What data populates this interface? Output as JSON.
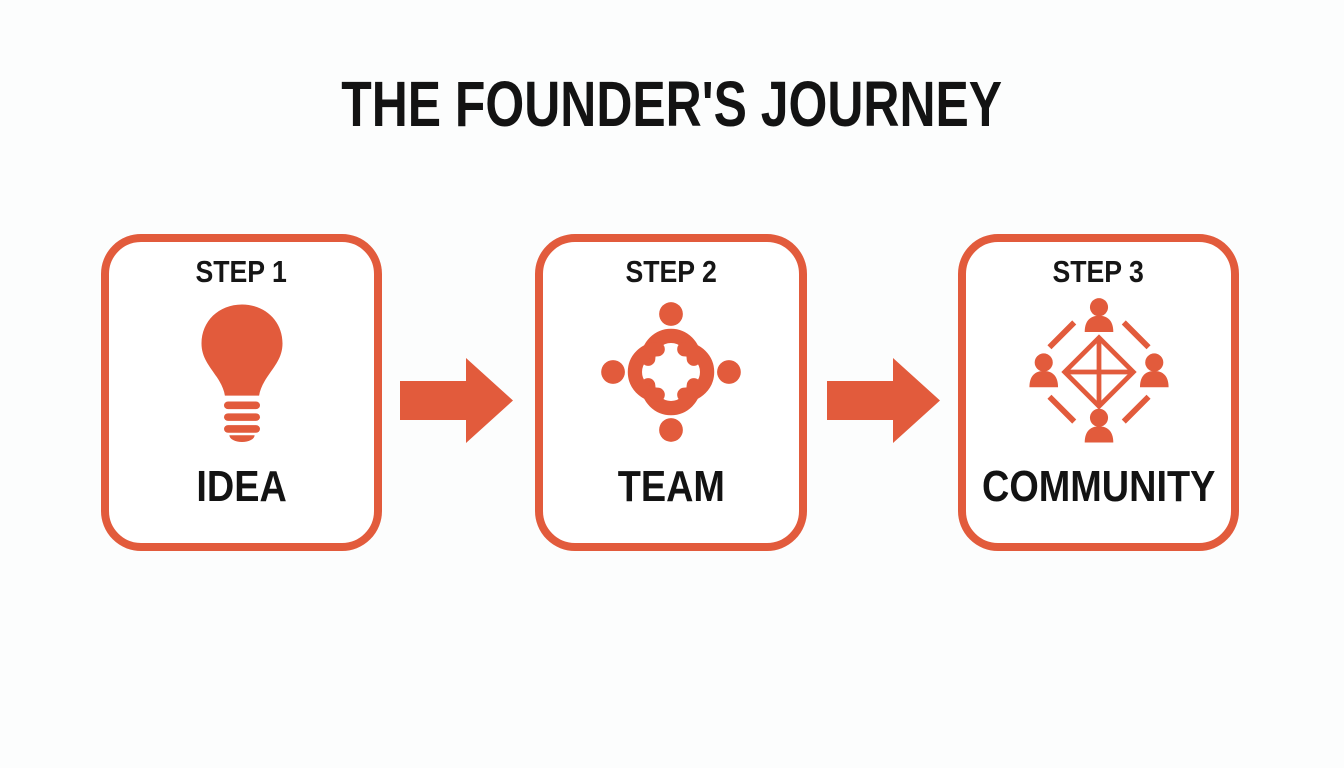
{
  "title": "THE FOUNDER'S JOURNEY",
  "colors": {
    "accent": "#E25B3C",
    "ink": "#161616",
    "background": "#FCFDFD",
    "card_background": "#FFFFFF"
  },
  "steps": [
    {
      "step_label": "STEP 1",
      "name": "IDEA",
      "icon": "lightbulb-icon"
    },
    {
      "step_label": "STEP 2",
      "name": "TEAM",
      "icon": "team-huddle-icon"
    },
    {
      "step_label": "STEP 3",
      "name": "COMMUNITY",
      "icon": "community-network-icon"
    }
  ],
  "connectors": [
    {
      "icon": "arrow-right-icon"
    },
    {
      "icon": "arrow-right-icon"
    }
  ]
}
